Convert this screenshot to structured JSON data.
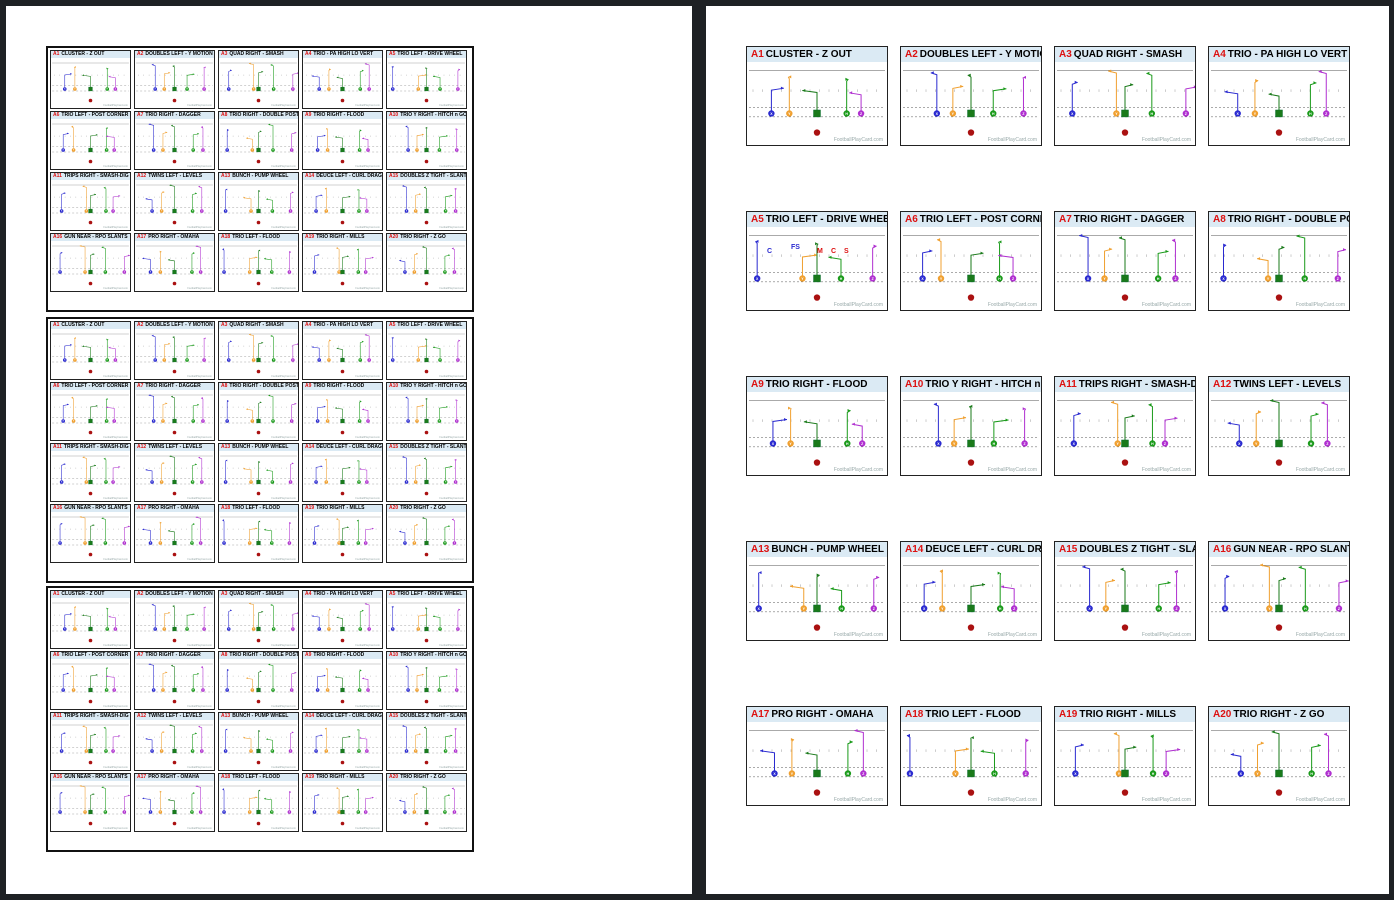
{
  "document": {
    "watermark": "FootballPlayCard.com",
    "colors": {
      "header_bg": "#dbeaf4",
      "code_red": "#dd1111",
      "X": "#2a2ad0",
      "Y": "#f0a030",
      "Z": "#b030d0",
      "H": "#1a9a1a",
      "QB": "#aa1111",
      "C": "#1a7a1a"
    },
    "plays": [
      {
        "code": "A1",
        "name": "CLUSTER - Z OUT"
      },
      {
        "code": "A2",
        "name": "DOUBLES LEFT - Y MOTION"
      },
      {
        "code": "A3",
        "name": "QUAD RIGHT - SMASH"
      },
      {
        "code": "A4",
        "name": "TRIO - PA HIGH LO VERT"
      },
      {
        "code": "A5",
        "name": "TRIO LEFT - DRIVE WHEEL"
      },
      {
        "code": "A6",
        "name": "TRIO LEFT - POST CORNER"
      },
      {
        "code": "A7",
        "name": "TRIO RIGHT - DAGGER"
      },
      {
        "code": "A8",
        "name": "TRIO RIGHT - DOUBLE POST"
      },
      {
        "code": "A9",
        "name": "TRIO RIGHT - FLOOD"
      },
      {
        "code": "A10",
        "name": "TRIO Y RIGHT - HITCH n GO"
      },
      {
        "code": "A11",
        "name": "TRIPS RIGHT - SMASH-DIG"
      },
      {
        "code": "A12",
        "name": "TWINS LEFT - LEVELS"
      },
      {
        "code": "A13",
        "name": "BUNCH - PUMP WHEEL"
      },
      {
        "code": "A14",
        "name": "DEUCE LEFT - CURL DRAG"
      },
      {
        "code": "A15",
        "name": "DOUBLES Z TIGHT - SLANT"
      },
      {
        "code": "A16",
        "name": "GUN NEAR - RPO SLANTS"
      },
      {
        "code": "A17",
        "name": "PRO RIGHT - OMAHA"
      },
      {
        "code": "A18",
        "name": "TRIO LEFT - FLOOD"
      },
      {
        "code": "A19",
        "name": "TRIO RIGHT - MILLS"
      },
      {
        "code": "A20",
        "name": "TRIO RIGHT - Z GO"
      }
    ],
    "defense_labels_A5": [
      "C",
      "FS",
      "M",
      "C",
      "S"
    ]
  }
}
